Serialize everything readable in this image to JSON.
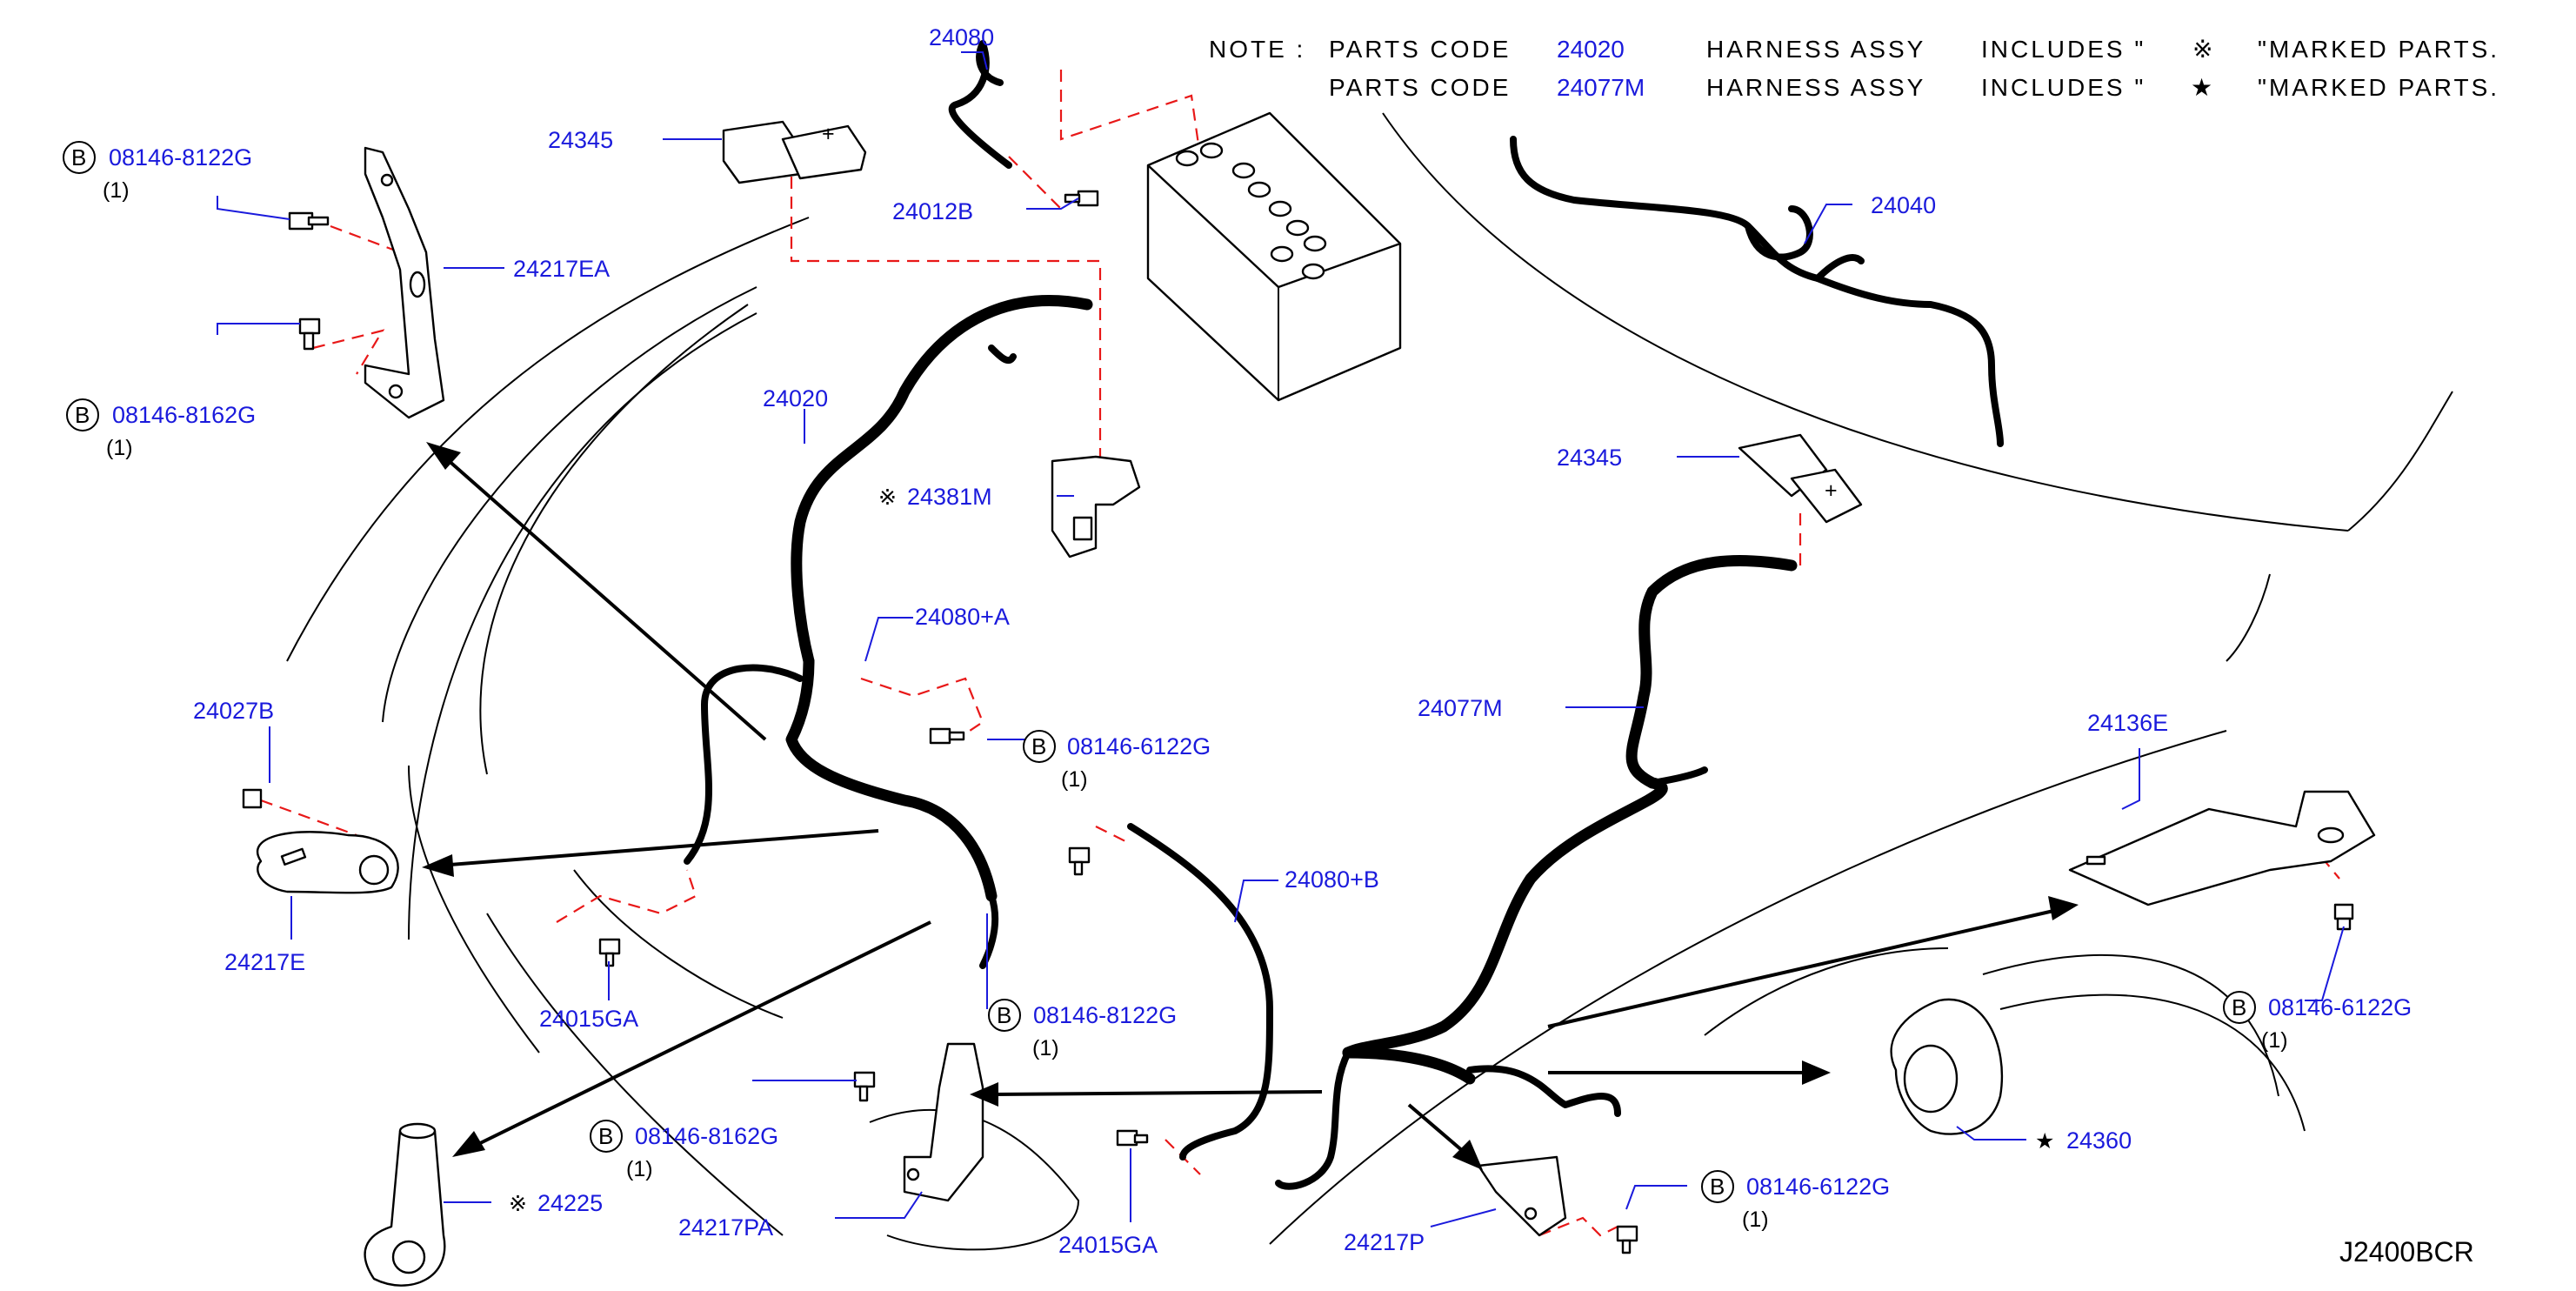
{
  "notes": [
    {
      "prefix": "NOTE :",
      "words": "PARTS  CODE",
      "code": "24020",
      "desc": "HARNESS  ASSY",
      "includes": "INCLUDES \"",
      "mark": "※",
      "tail": "\"MARKED  PARTS."
    },
    {
      "prefix": "",
      "words": "PARTS  CODE",
      "code": "24077M",
      "desc": "HARNESS  ASSY",
      "includes": "INCLUDES \"",
      "mark": "★",
      "tail": "\"MARKED  PARTS."
    }
  ],
  "figure_code": "J2400BCR",
  "colors": {
    "label": "#1a1adc",
    "link_dash": "#e81818",
    "line": "#000000"
  },
  "labels": {
    "p24080": "24080",
    "p24345_top": "24345",
    "p24012B": "24012B",
    "p24217EA": "24217EA",
    "p24020": "24020",
    "p24381M": "24381M",
    "p24080A": "24080+A",
    "p24027B": "24027B",
    "p24217E": "24217E",
    "p24015GA_left": "24015GA",
    "p24225": "24225",
    "p24080B": "24080+B",
    "p24217PA": "24217PA",
    "p24015GA_bottom": "24015GA",
    "p24217P": "24217P",
    "p24040": "24040",
    "p24345_right": "24345",
    "p24077M": "24077M",
    "p24136E": "24136E",
    "p24360": "24360"
  },
  "marks": {
    "ref": "※",
    "star": "★"
  },
  "bolts": [
    {
      "key": "b1",
      "badge": "B",
      "code": "08146-8122G",
      "qty": "(1)"
    },
    {
      "key": "b2",
      "badge": "B",
      "code": "08146-8162G",
      "qty": "(1)"
    },
    {
      "key": "b3",
      "badge": "B",
      "code": "08146-6122G",
      "qty": "(1)"
    },
    {
      "key": "b4",
      "badge": "B",
      "code": "08146-8122G",
      "qty": "(1)"
    },
    {
      "key": "b5",
      "badge": "B",
      "code": "08146-8162G",
      "qty": "(1)"
    },
    {
      "key": "b6",
      "badge": "B",
      "code": "08146-6122G",
      "qty": "(1)"
    },
    {
      "key": "b7",
      "badge": "B",
      "code": "08146-6122G",
      "qty": "(1)"
    }
  ],
  "battery_terminal_mark": "+"
}
